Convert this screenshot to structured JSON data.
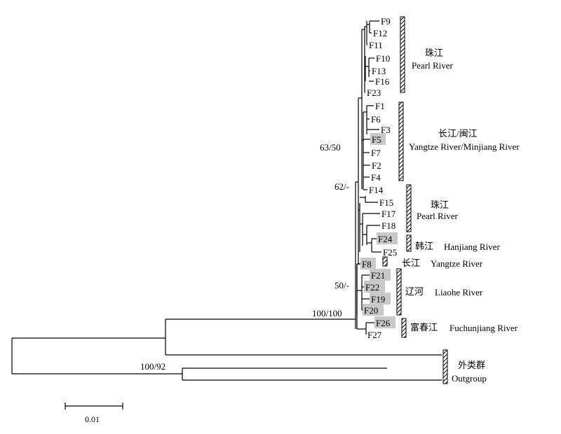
{
  "taxa": {
    "F9": "F9",
    "F12": "F12",
    "F11": "F11",
    "F10": "F10",
    "F13": "F13",
    "F16": "F16",
    "F23": "F23",
    "F1": "F1",
    "F6": "F6",
    "F3": "F3",
    "F5": "F5",
    "F7": "F7",
    "F2": "F2",
    "F4": "F4",
    "F14": "F14",
    "F15": "F15",
    "F17": "F17",
    "F18": "F18",
    "F24": "F24",
    "F25": "F25",
    "F8": "F8",
    "F21": "F21",
    "F22": "F22",
    "F19": "F19",
    "F20": "F20",
    "F26": "F26",
    "F27": "F27"
  },
  "highlighted_taxa": [
    "F5",
    "F24",
    "F8",
    "F21",
    "F22",
    "F19",
    "F20",
    "F26"
  ],
  "supports": {
    "s1": "63/50",
    "s2": "62/-",
    "s3": "50/-",
    "s4": "100/100",
    "s5": "100/92"
  },
  "clades": {
    "pearl1": {
      "cn": "珠江",
      "en": "Pearl River"
    },
    "yangtze_minjiang": {
      "cn": "长江/闽江",
      "en": "Yangtze River/Minjiang River"
    },
    "pearl2": {
      "cn": "珠江",
      "en": "Pearl River"
    },
    "hanjiang": {
      "cn": "韩江",
      "en": "Hanjiang River"
    },
    "yangtze": {
      "cn": "长江",
      "en": "Yangtze River"
    },
    "liaohe": {
      "cn": "辽河",
      "en": "Liaohe River"
    },
    "fuchunjiang": {
      "cn": "富春江",
      "en": "Fuchunjiang River"
    },
    "outgroup": {
      "cn": "外类群",
      "en": "Outgroup"
    }
  },
  "scale_bar": {
    "label": "0.01"
  }
}
